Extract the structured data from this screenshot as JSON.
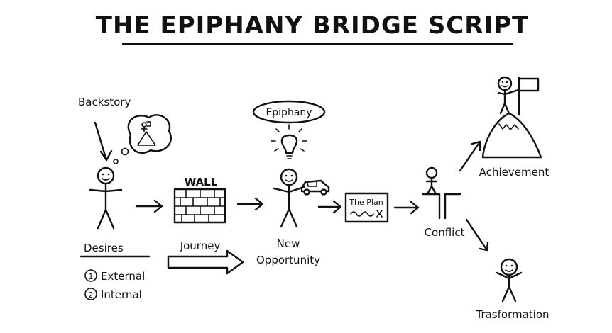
{
  "title": "THE EPIPHANY BRIDGE SCRIPT",
  "labels": {
    "backstory": "Backstory",
    "epiphany": "Epiphany",
    "wall": "WALL",
    "achievement": "Achievement",
    "desires": "Desires",
    "journey": "Journey",
    "new": "New",
    "opportunity": "Opportunity",
    "the_plan": "The Plan",
    "conflict": "Conflict",
    "transformation": "Trasformation"
  },
  "desires_list": [
    {
      "num": "1",
      "text": "External"
    },
    {
      "num": "2",
      "text": "Internal"
    }
  ]
}
